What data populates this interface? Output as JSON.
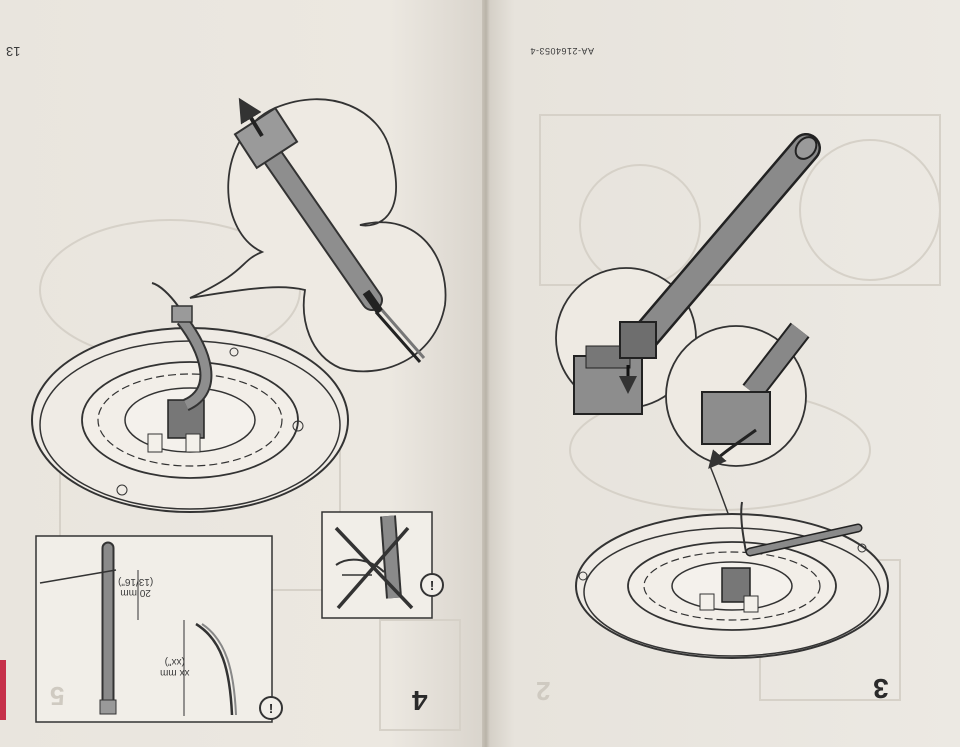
{
  "page_number": "13",
  "document_code": "AA-2164053-4",
  "steps": {
    "left": "4",
    "right": "3"
  },
  "faded_steps": {
    "left": "5",
    "right": "2"
  },
  "measurement": {
    "length_metric": "20 mm",
    "length_imperial": "(13/16\")",
    "placeholder_metric": "xx mm",
    "placeholder_imperial": "(xx\")"
  },
  "icons": [
    "attention-icon",
    "cross-out-icon",
    "arrow-icon"
  ]
}
